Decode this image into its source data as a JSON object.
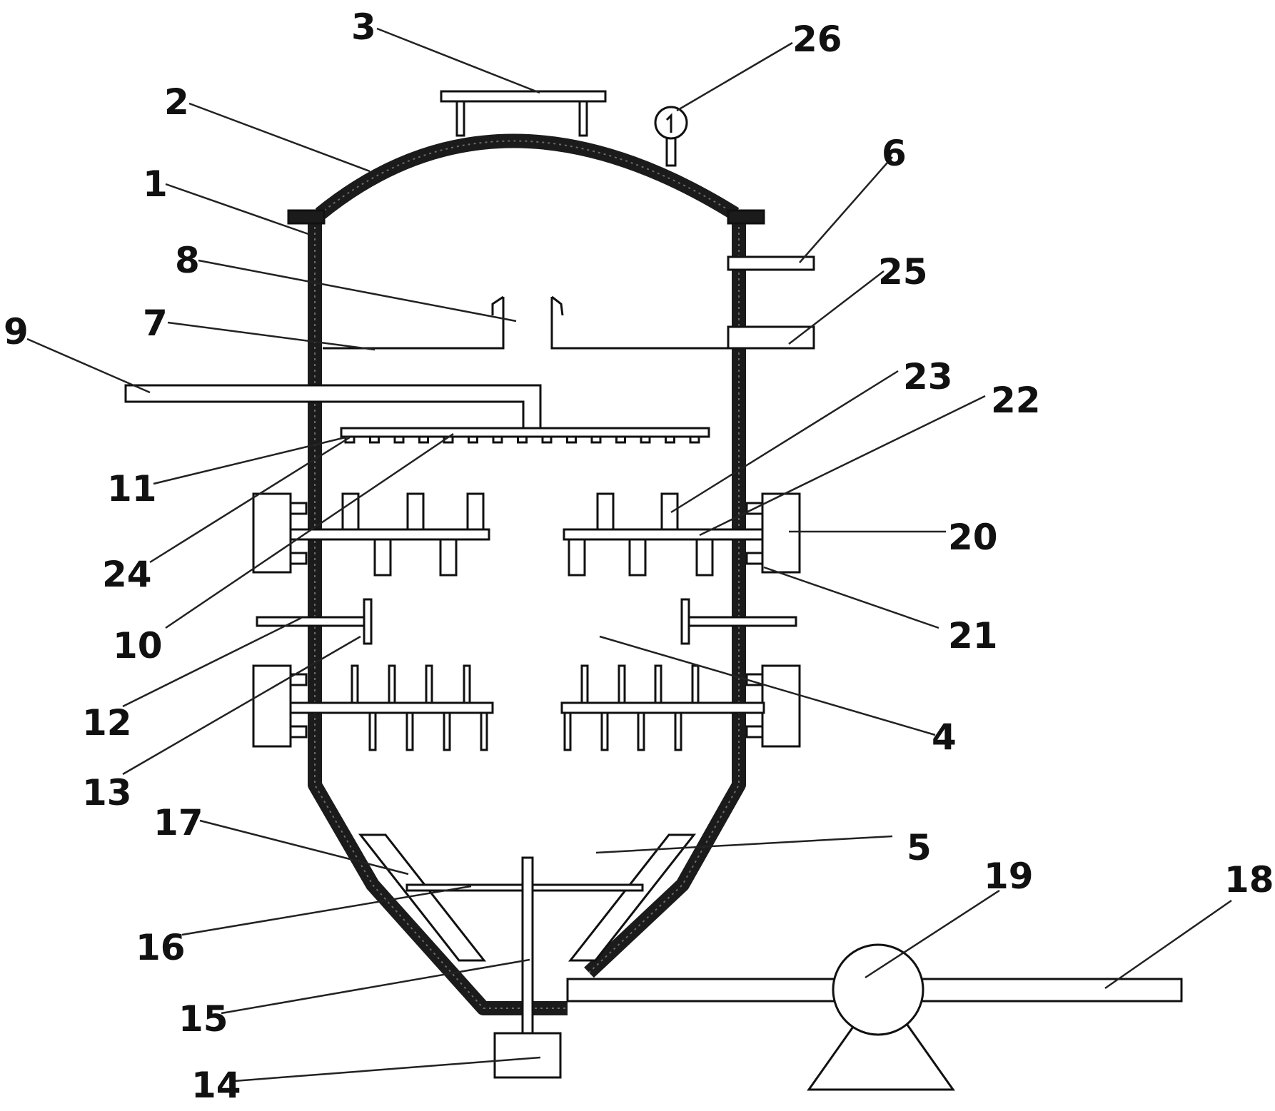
{
  "labels": [
    {
      "id": "1",
      "text": "1"
    },
    {
      "id": "2",
      "text": "2"
    },
    {
      "id": "3",
      "text": "3"
    },
    {
      "id": "4",
      "text": "4"
    },
    {
      "id": "5",
      "text": "5"
    },
    {
      "id": "6",
      "text": "6"
    },
    {
      "id": "7",
      "text": "7"
    },
    {
      "id": "8",
      "text": "8"
    },
    {
      "id": "9",
      "text": "9"
    },
    {
      "id": "10",
      "text": "10"
    },
    {
      "id": "11",
      "text": "11"
    },
    {
      "id": "12",
      "text": "12"
    },
    {
      "id": "13",
      "text": "13"
    },
    {
      "id": "14",
      "text": "14"
    },
    {
      "id": "15",
      "text": "15"
    },
    {
      "id": "16",
      "text": "16"
    },
    {
      "id": "17",
      "text": "17"
    },
    {
      "id": "18",
      "text": "18"
    },
    {
      "id": "19",
      "text": "19"
    },
    {
      "id": "20",
      "text": "20"
    },
    {
      "id": "21",
      "text": "21"
    },
    {
      "id": "22",
      "text": "22"
    },
    {
      "id": "23",
      "text": "23"
    },
    {
      "id": "24",
      "text": "24"
    },
    {
      "id": "25",
      "text": "25"
    },
    {
      "id": "26",
      "text": "26"
    }
  ],
  "colors": {
    "ink": "#111111",
    "wall": "#1b1b1b",
    "background": "#ffffff"
  }
}
